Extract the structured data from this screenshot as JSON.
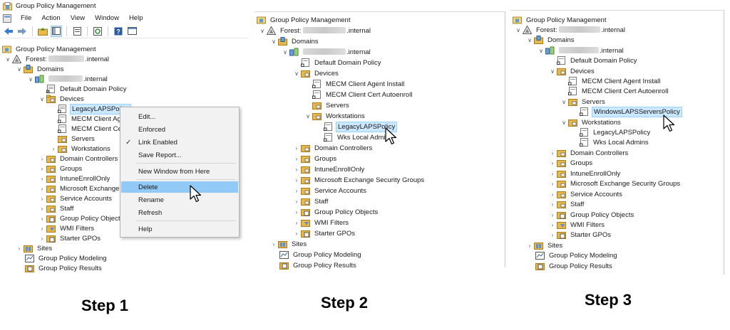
{
  "steps": [
    "Step 1",
    "Step 2",
    "Step 3"
  ],
  "window": {
    "title": "Group Policy Management",
    "menu": [
      "File",
      "Action",
      "View",
      "Window",
      "Help"
    ],
    "toolbar_icons": [
      "back-arrow-icon",
      "forward-arrow-icon",
      "up-folder-icon",
      "show-hide-tree-icon",
      "properties-icon",
      "refresh-icon",
      "help-icon",
      "console-icon"
    ]
  },
  "tree_labels": {
    "root": "Group Policy Management",
    "forest_prefix": "Forest: ",
    "domain_suffix": ".internal",
    "domains": "Domains",
    "default_domain_policy": "Default Domain Policy",
    "devices": "Devices",
    "legacy_laps": "LegacyLAPSPolicy",
    "mecm_agent": "MECM Client Agent Install",
    "mecm_cert": "MECM Client Cert Autoenroll",
    "mecm_agent_trunc": "MECM Client Ag",
    "mecm_cert_trunc": "MECM Client Ce",
    "servers": "Servers",
    "workstations": "Workstations",
    "wks_local_admins": "Wks Local Admins",
    "wks_local_admin_trunc": "Wks Local Admin",
    "windows_laps_servers": "WindowsLAPSServersPolicy",
    "domain_controllers": "Domain Controllers",
    "groups": "Groups",
    "intune": "IntuneEnrollOnly",
    "exchange": "Microsoft Exchange Security Groups",
    "exchange_trunc": "Microsoft Exchange",
    "service_accounts": "Service Accounts",
    "staff": "Staff",
    "gpo": "Group Policy Objects",
    "gpo_trunc": "Group Policy Objects",
    "wmi": "WMI Filters",
    "starter": "Starter GPOs",
    "sites": "Sites",
    "modeling": "Group Policy Modeling",
    "results": "Group Policy Results"
  },
  "context_menu": {
    "items": [
      "Edit...",
      "Enforced",
      "Link Enabled",
      "Save Report...",
      "New Window from Here",
      "Delete",
      "Rename",
      "Refresh",
      "Help"
    ],
    "checked_item": "Link Enabled",
    "highlighted_item": "Delete"
  },
  "colors": {
    "selection": "#cce8ff",
    "menu_highlight": "#91c9f7",
    "folder": "#e8b84a"
  }
}
